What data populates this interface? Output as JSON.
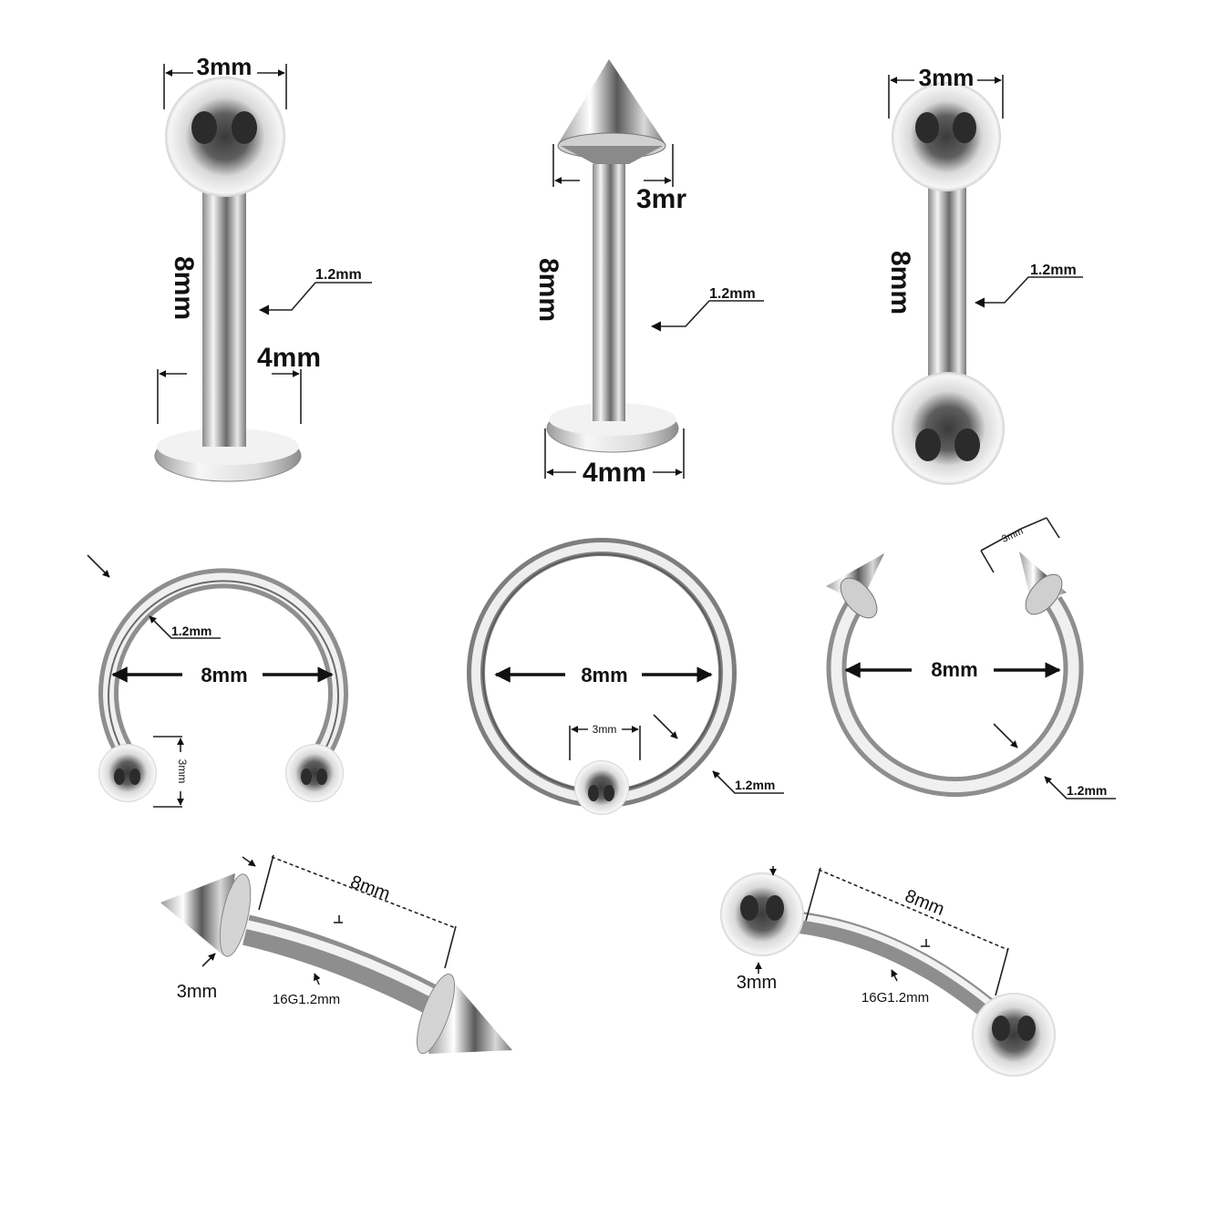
{
  "colors": {
    "metal_light": "#f2f2f2",
    "metal_mid": "#b5b5b5",
    "metal_dark": "#3c3c3c",
    "background": "#ffffff",
    "ink": "#111111"
  },
  "items": {
    "labret_ball": {
      "ball": "3mm",
      "length": "8mm",
      "gauge": "1.2mm",
      "disc": "4mm"
    },
    "labret_spike": {
      "spike": "3mr",
      "length": "8mm",
      "gauge": "1.2mm",
      "disc": "4mm"
    },
    "barbell": {
      "ball": "3mm",
      "length": "8mm",
      "gauge": "1.2mm"
    },
    "horseshoe": {
      "gauge": "1.2mm",
      "diameter": "8mm",
      "ball": "3mm"
    },
    "bcr": {
      "diameter": "8mm",
      "ball": "3mm",
      "gauge": "1.2mm"
    },
    "horseshoe_spike": {
      "spike": "3mm",
      "diameter": "8mm",
      "gauge": "1.2mm"
    },
    "banana_spike": {
      "length": "8mm",
      "spike": "3mm",
      "gauge": "16G1.2mm"
    },
    "banana_ball": {
      "length": "8mm",
      "ball": "3mm",
      "gauge": "16G1.2mm"
    }
  }
}
